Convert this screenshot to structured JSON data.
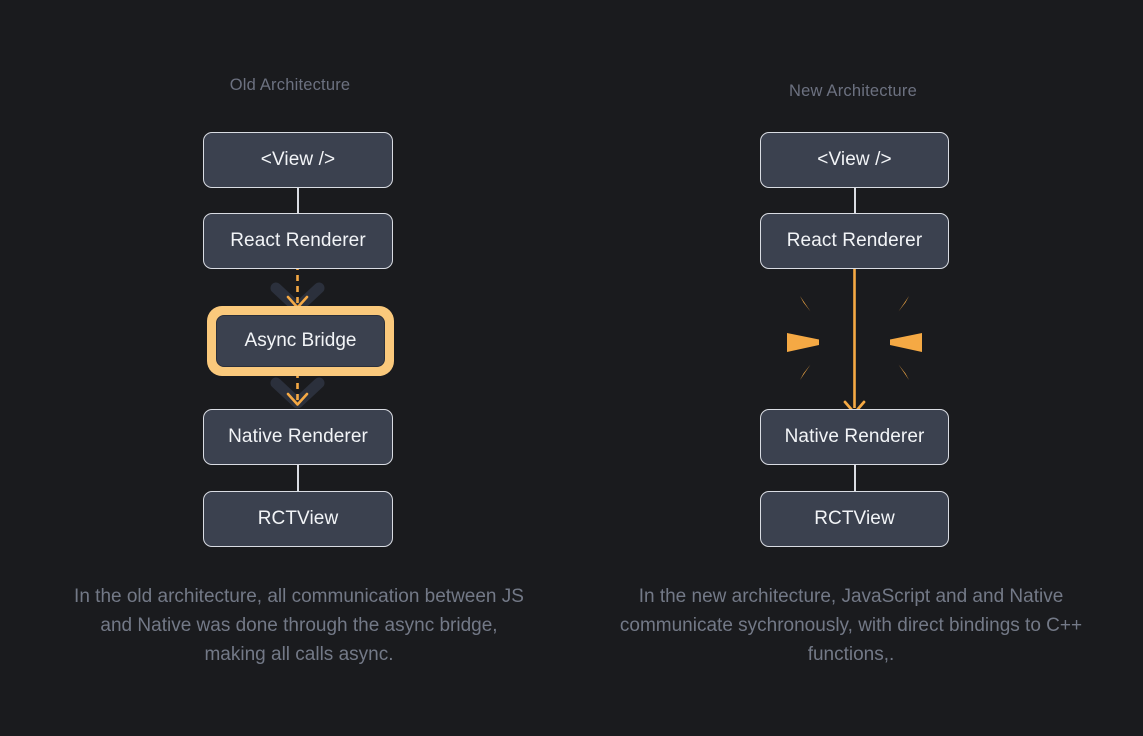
{
  "diagram": {
    "background_color": "#1a1b1e",
    "accent_color": "#f5a944",
    "highlight_color": "#fac97c",
    "node_fill_color": "#3b414f",
    "node_border_color": "#d9dce3",
    "title_color": "#6c7180",
    "caption_color": "#737987"
  },
  "columns": [
    {
      "id": "old",
      "title": "Old Architecture",
      "nodes": [
        {
          "id": "view",
          "label": "<View />"
        },
        {
          "id": "react",
          "label": "React Renderer"
        },
        {
          "id": "bridge",
          "label": "Async Bridge",
          "highlighted": true
        },
        {
          "id": "native",
          "label": "Native Renderer"
        },
        {
          "id": "rct",
          "label": "RCTView"
        }
      ],
      "connectors": [
        {
          "from": "view",
          "to": "react",
          "style": "solid-grey"
        },
        {
          "from": "react",
          "to": "bridge",
          "style": "dashed-orange-arrow"
        },
        {
          "from": "bridge",
          "to": "native",
          "style": "dashed-orange-arrow"
        },
        {
          "from": "native",
          "to": "rct",
          "style": "solid-grey"
        }
      ],
      "caption": "In the old architecture, all communication between JS and Native was done through the async bridge, making all calls async."
    },
    {
      "id": "new",
      "title": "New Architecture",
      "nodes": [
        {
          "id": "view",
          "label": "<View />"
        },
        {
          "id": "react",
          "label": "React Renderer"
        },
        {
          "id": "native",
          "label": "Native Renderer"
        },
        {
          "id": "rct",
          "label": "RCTView"
        }
      ],
      "connectors": [
        {
          "from": "view",
          "to": "react",
          "style": "solid-grey"
        },
        {
          "from": "react",
          "to": "native",
          "style": "solid-orange-arrow"
        },
        {
          "from": "native",
          "to": "rct",
          "style": "solid-grey"
        }
      ],
      "decoration": "sparkle-burst-rays",
      "caption": "In the new architecture, JavaScript and and Native communicate sychronously, with direct bindings to C++ functions,."
    }
  ]
}
